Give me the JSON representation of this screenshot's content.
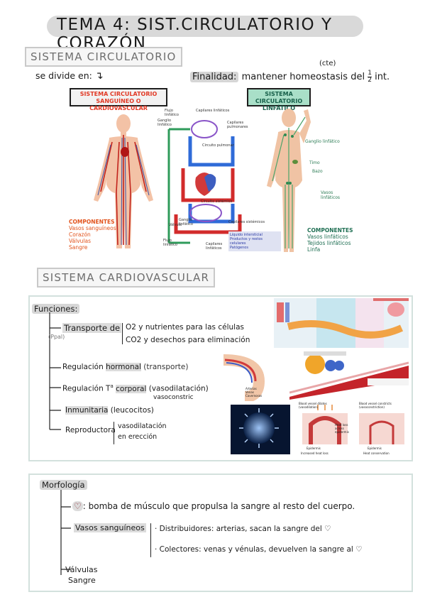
{
  "title": "TEMA 4: SIST.CIRCULATORIO Y CORAZÓN",
  "section1": {
    "heading": "SISTEMA CIRCULATORIO",
    "divide_note": "se divide en:",
    "finalidad_label": "Finalidad:",
    "finalidad_text": "mantener homeostasis del",
    "finalidad_frac_num": "1",
    "finalidad_frac_den": "2",
    "finalidad_end": "int.",
    "finalidad_cte": "(cte)",
    "box_sanguineo_line1": "SISTEMA CIRCULATORIO",
    "box_sanguineo_line2": "SANGUÍNEO O CARDIOVASCULAR",
    "box_linfatico_line1": "SISTEMA CIRCULATORIO",
    "box_linfatico_line2": "LINFÁTICO",
    "componentes_sang": {
      "title": "COMPONENTES",
      "items": [
        "Vasos sanguíneos",
        "Corazón",
        "Válvulas",
        "Sangre"
      ]
    },
    "componentes_linf": {
      "title": "COMPONENTES",
      "items": [
        "Vasos linfáticos",
        "Tejidos linfáticos",
        "Linfa"
      ]
    },
    "diagram_labels": {
      "flujo_linfatico_1": "Flujo linfático",
      "ganglio_linfatico": "Ganglio linfático",
      "capilares_linfaticos_top": "Capilares linfáticos",
      "capilares_pulmonares": "Capilares pulmonares",
      "circuito_pulmonar": "Circuito pulmonar",
      "circuito_sistemico": "Circuito sistémico",
      "valvula": "Válvula",
      "ganglio_linfatico_2": "Ganglio linfático",
      "flujo_linfatico_2": "Flujo linfático",
      "capilares_linfaticos_bottom": "Capilares linfáticos",
      "capilares_sistemicos": "Capilares sistémicos",
      "legend_1": "Líquido intersticial",
      "legend_2": "Productos y restos celulares",
      "legend_3": "Patógenos"
    },
    "linf_labels": [
      "Ganglio linfático",
      "Timo",
      "Bazo",
      "Vasos linfáticos"
    ]
  },
  "section2": {
    "heading": "SISTEMA CARDIOVASCULAR",
    "funciones_label": "Funciones:",
    "transporte": "Transporte de",
    "ppal": "(Ppal)",
    "transporte_1": "O2 y nutrientes para las células",
    "transporte_2": "CO2 y desechos para eliminación",
    "regulacion_hormonal_a": "Regulación",
    "regulacion_hormonal_b": "hormonal",
    "regulacion_hormonal_c": "(transporte)",
    "regulacion_temp_a": "Regulación T",
    "regulacion_temp_sup": "a",
    "regulacion_temp_b": "corporal",
    "regulacion_temp_c1": "(vasodilatación)",
    "regulacion_temp_c2": "vasoconstric",
    "inmunitaria": "Inmunitaria",
    "inmunitaria_note": "(leucocitos)",
    "reproductora": "Reproductora",
    "reproductora_note1": "vasodilatación",
    "reproductora_note2": "en erección",
    "vessel_labels": {
      "dilate": "Blood vessel dilates (vasodilation)",
      "constrict": "Blood vessel constricts (vasoconstriction)",
      "heat_loss": "Heat loss across epidermis",
      "epidermis_1": "Epidermis",
      "epidermis_2": "Epidermis",
      "increased": "Increased heat loss",
      "conservation": "Heat conservation"
    },
    "penis_legend": [
      "Arterias",
      "Venas",
      "Cavernosos"
    ]
  },
  "section3": {
    "morfologia_label": "Morfología",
    "corazon_text": ": bomba de músculo que propulsa la sangre al resto del cuerpo.",
    "vasos_label": "Vasos sanguíneos",
    "distribuidores": "· Distribuidores: arterias, sacan la sangre del",
    "colectores": "· Colectores: venas y vénulas, devuelven la sangre al",
    "valvulas": "Válvulas",
    "sangre": "Sangre"
  },
  "colors": {
    "accent_red": "#e23a26",
    "accent_green": "#a9dfc8",
    "frame": "#d3e1dd",
    "title_band": "#d9d9d9"
  }
}
